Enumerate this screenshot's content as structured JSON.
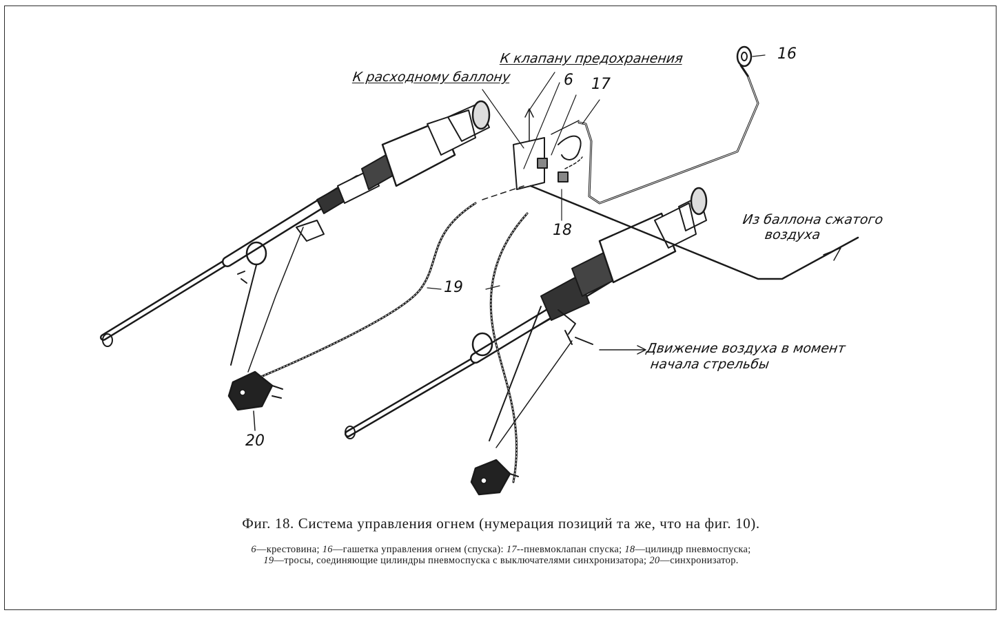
{
  "labels": {
    "to_supply_cylinder": "К расходному баллону",
    "to_safety_valve": "К клапану предохранения",
    "from_air_cylinder_line1": "Из баллона сжатого",
    "from_air_cylinder_line2": "воздуха",
    "air_motion_line1": "Движение воздуха в момент",
    "air_motion_line2": "начала стрельбы"
  },
  "numbers": {
    "n6": "6",
    "n16": "16",
    "n17": "17",
    "n18": "18",
    "n19": "19",
    "n20": "20"
  },
  "caption": "Фиг. 18. Система управления огнем (нумерация позиций та же, что на фиг. 10).",
  "legend": {
    "line1": [
      {
        "num": "6",
        "text": "—крестовина; "
      },
      {
        "num": "16",
        "text": "—гашетка управления огнем (спуска): "
      },
      {
        "num": "17",
        "text": "--пневмоклапан спуска; "
      },
      {
        "num": "18",
        "text": "—цилиндр пневмоспуска;"
      }
    ],
    "line2": [
      {
        "num": "19",
        "text": "—тросы, соединяющие цилиндры пневмоспуска с выключателями синхронизатора; "
      },
      {
        "num": "20",
        "text": "—синхронизатор."
      }
    ]
  }
}
